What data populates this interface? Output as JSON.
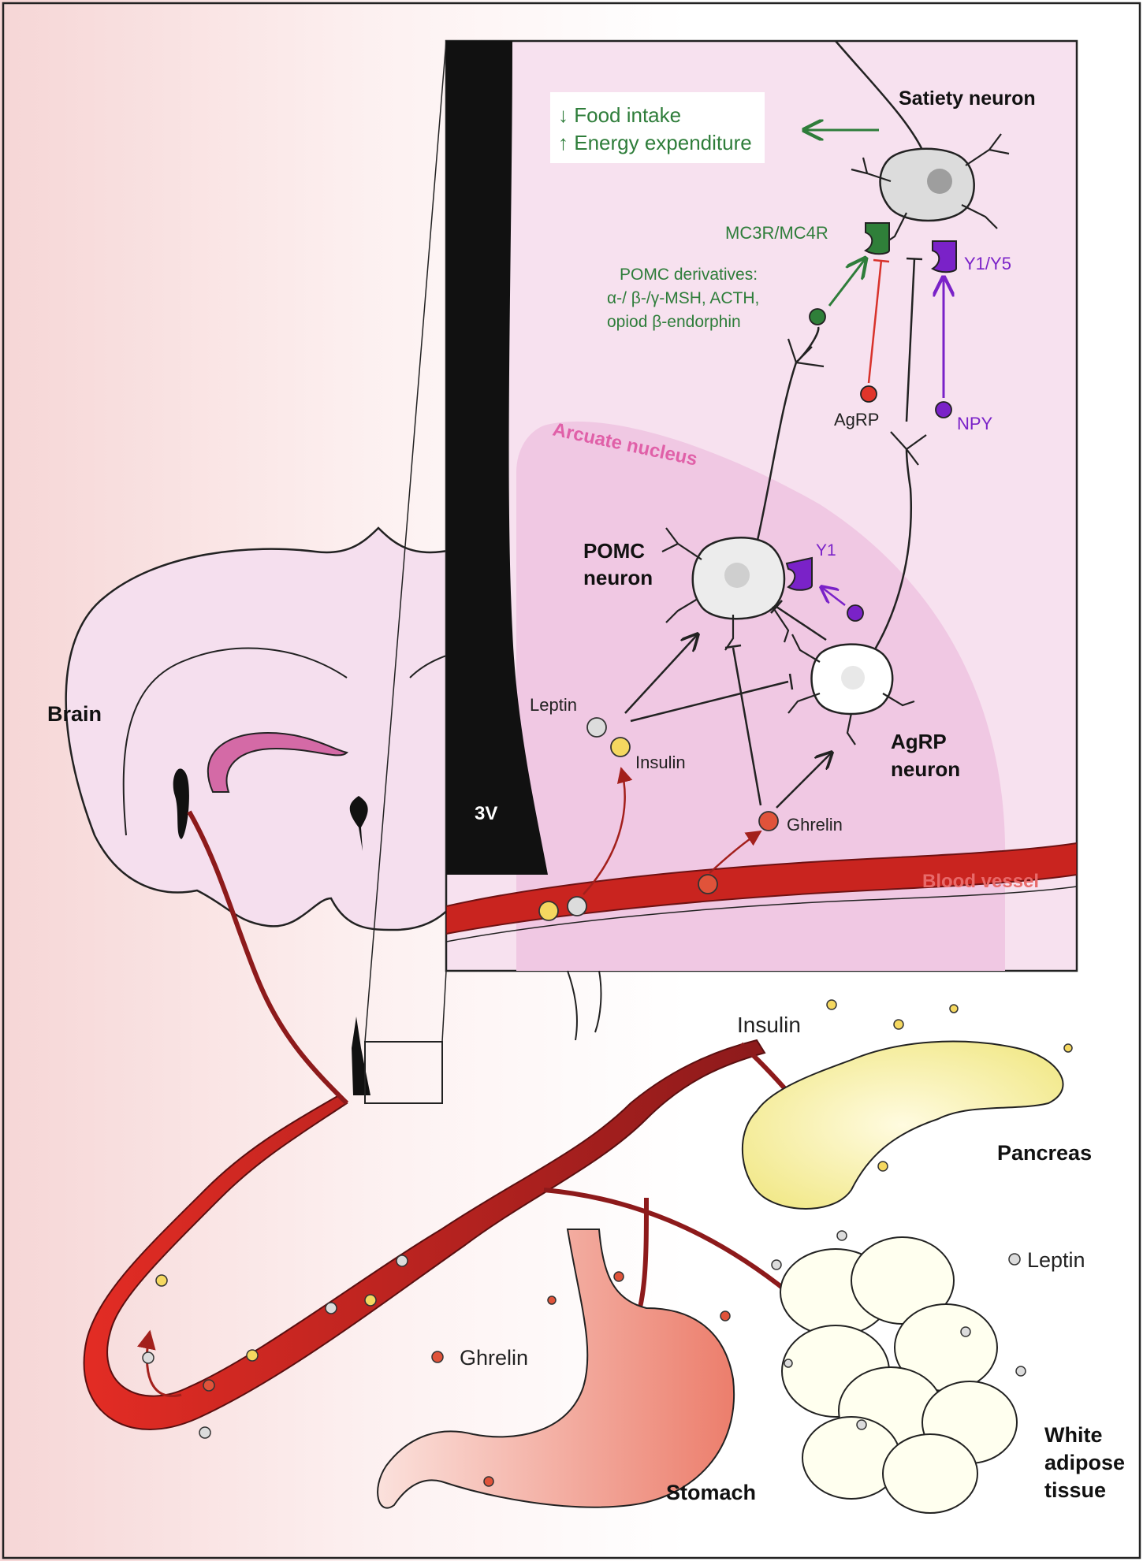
{
  "labels": {
    "brain": "Brain",
    "v3": "3V",
    "satiety_neuron": "Satiety neuron",
    "effect_line1": "↓ Food intake",
    "effect_line2": "↑ Energy expenditure",
    "mc3r_mc4r": "MC3R/MC4R",
    "y1_y5": "Y1/Y5",
    "pomc_derivatives_line1": "POMC derivatives:",
    "pomc_derivatives_line2": "α-/ β-/γ-MSH, ACTH,",
    "pomc_derivatives_line3": "opiod β-endorphin",
    "agrp": "AgRP",
    "npy": "NPY",
    "arcuate_nucleus": "Arcuate nucleus",
    "pomc_neuron_line1": "POMC",
    "pomc_neuron_line2": "neuron",
    "y1": "Y1",
    "leptin_inset": "Leptin",
    "insulin_inset": "Insulin",
    "agrp_neuron_line1": "AgRP",
    "agrp_neuron_line2": "neuron",
    "ghrelin_inset": "Ghrelin",
    "blood_vessel": "Blood vessel",
    "insulin_body": "Insulin",
    "pancreas": "Pancreas",
    "leptin_body": "Leptin",
    "ghrelin_body": "Ghrelin",
    "stomach": "Stomach",
    "white_adipose_line1": "White",
    "white_adipose_line2": "adipose",
    "white_adipose_line3": "tissue"
  },
  "colors": {
    "green": "#2e7d3a",
    "purple": "#7a22c8",
    "red_inhibit": "#d8322b",
    "pink_label": "#e060a8",
    "blood": "#b3201f",
    "leptin_dot": "#dcdcdc",
    "insulin_dot": "#f5d860",
    "ghrelin_dot": "#e0533a",
    "inset_bg": "#f7e1ef",
    "arcuate_bg": "#f0c8e3"
  }
}
